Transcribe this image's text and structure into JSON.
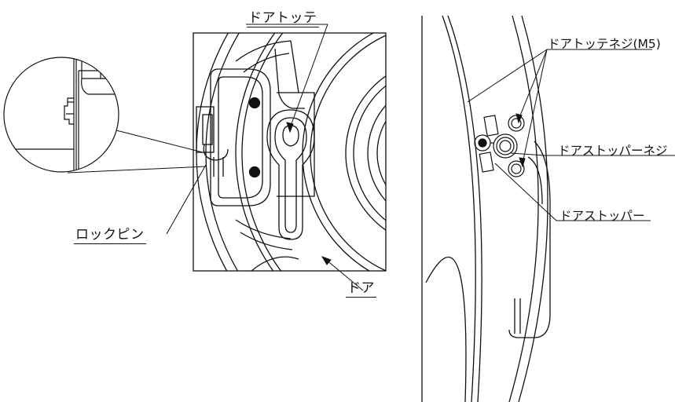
{
  "labels": {
    "door_handle": "ドアトッテ",
    "lock_pin": "ロックピン",
    "door": "ドア",
    "door_handle_screw": "ドアトッテネジ(M5)",
    "door_stopper_screw": "ドアストッパーネジ",
    "door_stopper": "ドアストッパー"
  },
  "colors": {
    "line": "#111111",
    "background": "#ffffff"
  }
}
